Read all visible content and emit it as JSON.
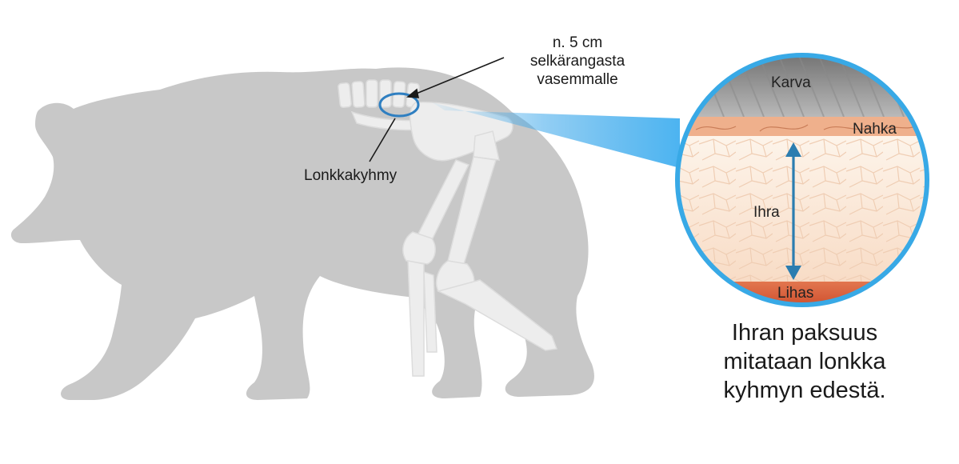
{
  "callouts": {
    "position_line1": "n. 5 cm",
    "position_line2": "selkärangasta",
    "position_line3": "vasemmalle",
    "landmark": "Lonkkakyhmy"
  },
  "layers": {
    "hair": "Karva",
    "skin": "Nahka",
    "fat": "Ihra",
    "muscle": "Lihas"
  },
  "caption": {
    "line1": "Ihran paksuus",
    "line2": "mitataan lonkka",
    "line3": "kyhmyn edestä."
  },
  "colors": {
    "bear": "#c8c8c8",
    "bone": "#ececec",
    "highlight": "#2f7fc1",
    "beam": "#3aa6ea",
    "hair_band": "#9a9a9a",
    "skin_band": "#efb08c",
    "fat_band": "#fbe6d4",
    "muscle_band": "#d85a3a",
    "arrow": "#2b7db0"
  }
}
